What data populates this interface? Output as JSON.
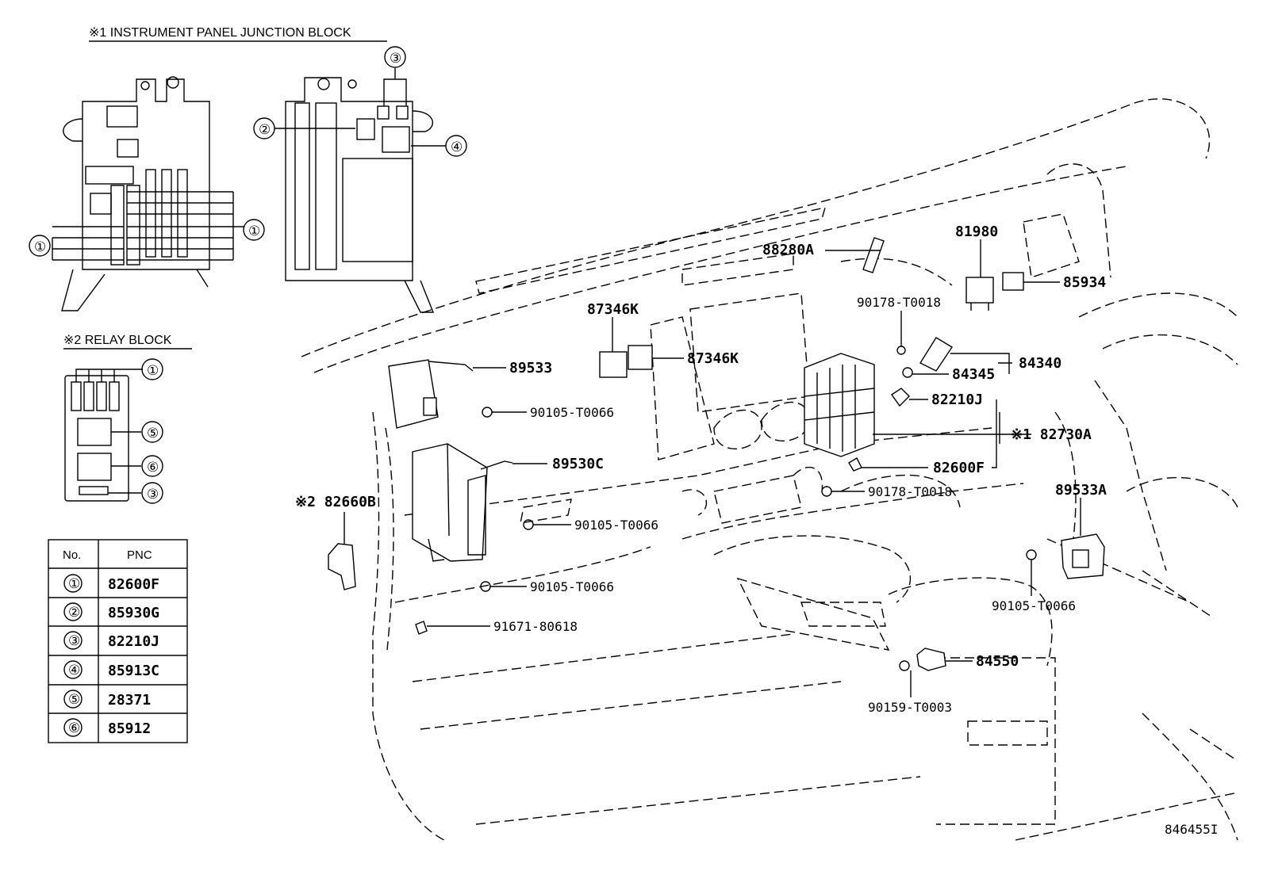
{
  "inset1": {
    "title": "※1 INSTRUMENT PANEL JUNCTION BLOCK",
    "callouts": [
      "①",
      "②",
      "③",
      "④"
    ]
  },
  "inset2": {
    "title": "※2 RELAY BLOCK",
    "callouts": [
      "①",
      "⑤",
      "⑥",
      "③"
    ]
  },
  "table": {
    "headers": [
      "No.",
      "PNC"
    ],
    "rows": [
      {
        "no": "①",
        "pnc": "82600F"
      },
      {
        "no": "②",
        "pnc": "85930G"
      },
      {
        "no": "③",
        "pnc": "82210J"
      },
      {
        "no": "④",
        "pnc": "85913C"
      },
      {
        "no": "⑤",
        "pnc": "28371"
      },
      {
        "no": "⑥",
        "pnc": "85912"
      }
    ]
  },
  "labels": {
    "l88280A": "88280A",
    "l81980": "81980",
    "l85934": "85934",
    "l90178a": "90178-T0018",
    "l87346Ka": "87346K",
    "l87346Kb": "87346K",
    "l89533": "89533",
    "l84345": "84345",
    "l84340": "84340",
    "l82210J": "82210J",
    "l90105a": "90105-T0066",
    "l82730A": "※1 82730A",
    "l89530C": "89530C",
    "l82600F": "82600F",
    "l90178b": "90178-T0018",
    "l89533A": "89533A",
    "l82660B": "※2 82660B",
    "l90105b": "90105-T0066",
    "l90105c": "90105-T0066",
    "l90105d": "90105-T0066",
    "l91671": "91671-80618",
    "l84550": "84550",
    "l90159": "90159-T0003"
  },
  "figure_id": "846455I"
}
